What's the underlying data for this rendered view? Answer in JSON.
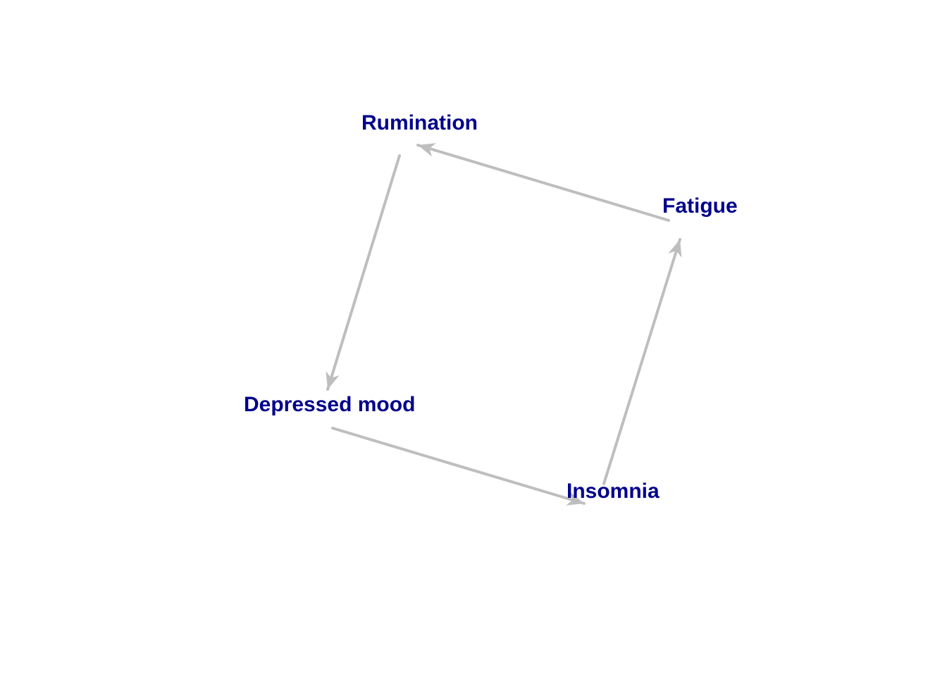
{
  "diagram": {
    "type": "directed-cycle",
    "colors": {
      "label": "#00008B",
      "edge": "#BEBEBE",
      "background": "#FFFFFF"
    },
    "nodes": {
      "rumination": {
        "label": "Rumination"
      },
      "fatigue": {
        "label": "Fatigue"
      },
      "depressed_mood": {
        "label": "Depressed mood"
      },
      "insomnia": {
        "label": "Insomnia"
      }
    },
    "edges": [
      {
        "from": "Rumination",
        "to": "Depressed mood"
      },
      {
        "from": "Depressed mood",
        "to": "Insomnia"
      },
      {
        "from": "Insomnia",
        "to": "Fatigue"
      },
      {
        "from": "Fatigue",
        "to": "Rumination"
      }
    ]
  }
}
